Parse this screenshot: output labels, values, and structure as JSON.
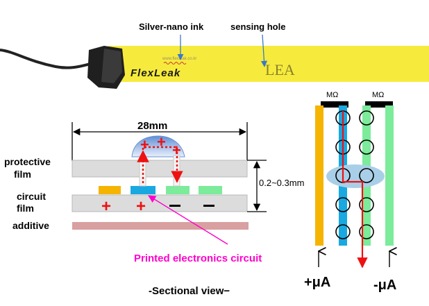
{
  "top_labels": {
    "ink": "Silver-nano ink",
    "hole": "sensing hole"
  },
  "brand": {
    "logo": "FlexLeak",
    "strip_end_text": "LEA",
    "small_print": "www.flexleak.co.kr"
  },
  "section": {
    "width_label": "28mm",
    "thickness_label": "0.2~0.3mm",
    "layer_labels": {
      "protective_1": "protective",
      "protective_2": "film",
      "circuit_1": "circuit",
      "circuit_2": "film",
      "additive": "additive"
    },
    "circuit_caption": "Printed electronics circuit",
    "view_title": "-Sectional view−"
  },
  "circuit_diagram": {
    "ohm_left": "MΩ",
    "ohm_right": "MΩ",
    "plus_current": "+μA",
    "minus_current": "-μA"
  },
  "colors": {
    "strip_yellow": "#f6eb3c",
    "orange_pad": "#f5b400",
    "blue_pad": "#1aa8e0",
    "green_pad": "#7ceb9a",
    "red_mark": "#ee1111",
    "magenta": "#ff00cc",
    "additive": "#d8a0a0",
    "film_gray": "#dcdcdc",
    "blob": "#a9cfe8"
  }
}
